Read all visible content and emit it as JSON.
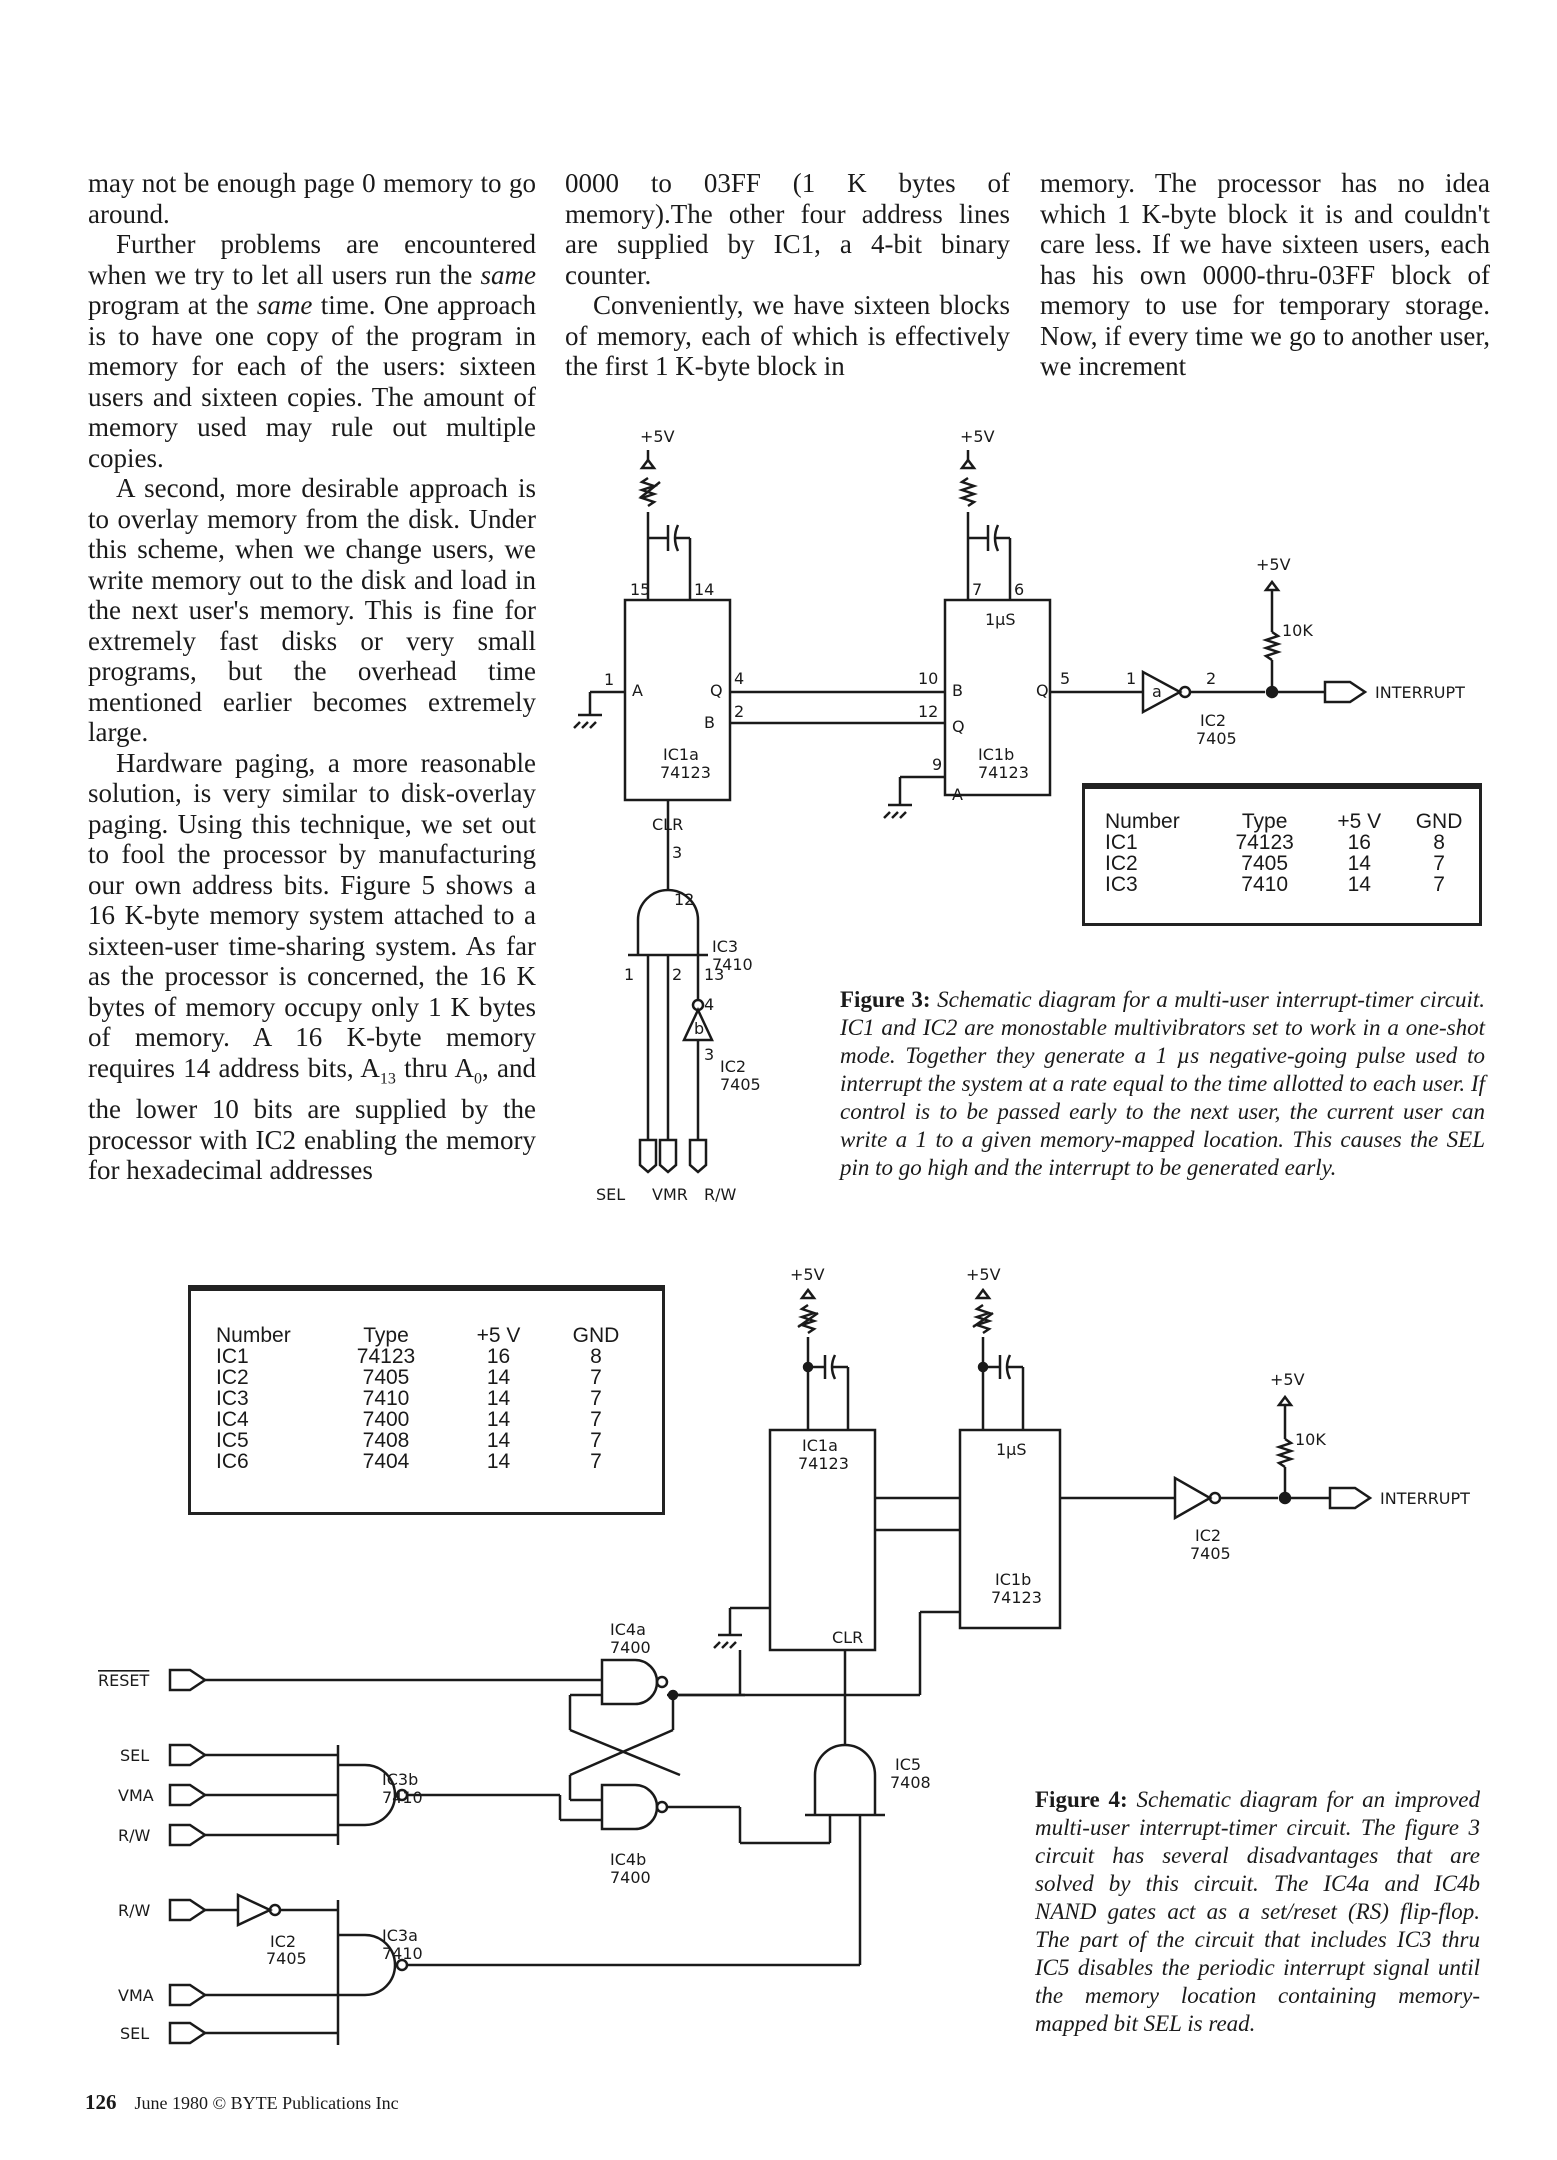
{
  "column1": {
    "p1": "may not be enough page 0 memory to go around.",
    "p2_a": "Further problems are encountered when we try to let all users run the ",
    "p2_same1": "same",
    "p2_b": " program at the ",
    "p2_same2": "same",
    "p2_c": " time. One approach is to have one copy of the program in memory for each of the users: sixteen users and sixteen copies. The amount of memory used may rule out multiple copies.",
    "p3": "A second, more desirable approach is to overlay memory from the disk. Under this scheme, when we change users, we write memory out to the disk and load in the next user's memory. This is fine for extremely fast disks or very small programs, but the overhead time mentioned earlier becomes extremely large.",
    "p4_a": "Hardware paging, a more reasonable solution, is very similar to disk-overlay paging. Using this technique, we set out to fool the processor by manufacturing our own address bits. Figure 5 shows a 16 K-byte memory system attached to a sixteen-user time-sharing system. As far as the processor is concerned, the 16 K bytes of memory occupy only 1 K bytes of memory. A 16 K-byte memory requires 14 address bits, A",
    "p4_sub1": "13",
    "p4_b": " thru A",
    "p4_sub2": "0",
    "p4_c": ", and the lower 10 bits are supplied by the processor with IC2 enabling the memory for hexadecimal addresses"
  },
  "column2": {
    "p1": "0000 to 03FF (1 K bytes of memory).The other four address lines are supplied by IC1, a 4-bit binary counter.",
    "p2": "Conveniently, we have sixteen blocks of memory, each of which is effectively the first 1 K-byte block in"
  },
  "column3": {
    "p1": "memory. The processor has no idea which 1 K-byte block it is and couldn't care less. If we have sixteen users, each has his own 0000-thru-03FF block of memory to use for temporary storage. Now, if every time we go to another user, we increment"
  },
  "figure3": {
    "caption_label": "Figure 3:",
    "caption_text": " Schematic diagram for a multi-user interrupt-timer circuit. IC1 and IC2 are monostable multivibrators set to work in a one-shot mode. Together they generate a 1 µs negative-going pulse used to interrupt the system at a rate equal to the time allotted to each user. If control is to be passed early to the next user, the current user can write a 1 to a given memory-mapped location. This causes the SEL pin to go high and the interrupt to be generated early.",
    "table": {
      "headers": [
        "Number",
        "Type",
        "+5 V",
        "GND"
      ],
      "rows": [
        [
          "IC1",
          "74123",
          "16",
          "8"
        ],
        [
          "IC2",
          "7405",
          "14",
          "7"
        ],
        [
          "IC3",
          "7410",
          "14",
          "7"
        ]
      ]
    },
    "labels": {
      "vcc": "+5V",
      "pin15": "15",
      "pin14": "14",
      "pinA1": "1",
      "a": "A",
      "q": "Q",
      "pin4": "4",
      "bt": "B",
      "pin2": "2",
      "ic1a": "IC1a",
      "ic1a_type": "74123",
      "clr": "CLR",
      "pin3": "3",
      "pin12": "12",
      "ic3": "IC3",
      "ic3_type": "7410",
      "in1": "1",
      "in2": "2",
      "in13": "13",
      "inv_b": "b",
      "inv4": "4",
      "inv3": "3",
      "ic2": "IC2",
      "ic2_type": "7405",
      "sel": "SEL",
      "vmr": "VMR",
      "rw": "R/W",
      "pin7": "7",
      "pin6": "6",
      "onemicro": "1µS",
      "pin10": "10",
      "pin12b": "12",
      "pin9": "9",
      "b_pin": "B",
      "qbar": "Q",
      "a2": "A",
      "ic1b": "IC1b",
      "ic1b_type": "74123",
      "q2": "Q",
      "pin5": "5",
      "gate_a": "a",
      "g1": "1",
      "g2": "2",
      "tenk": "10K",
      "interrupt": "INTERRUPT"
    }
  },
  "figure4": {
    "caption_label": "Figure 4:",
    "caption_text": " Schematic diagram for an improved multi-user interrupt-timer circuit. The figure 3 circuit has several disadvantages that are solved by this circuit. The IC4a and IC4b NAND gates act as a set/reset (RS) flip-flop. The part of the circuit that includes IC3 thru IC5 disables the periodic interrupt signal until the memory location containing memory-mapped bit SEL is read.",
    "table": {
      "headers": [
        "Number",
        "Type",
        "+5 V",
        "GND"
      ],
      "rows": [
        [
          "IC1",
          "74123",
          "16",
          "8"
        ],
        [
          "IC2",
          "7405",
          "14",
          "7"
        ],
        [
          "IC3",
          "7410",
          "14",
          "7"
        ],
        [
          "IC4",
          "7400",
          "14",
          "7"
        ],
        [
          "IC5",
          "7408",
          "14",
          "7"
        ],
        [
          "IC6",
          "7404",
          "14",
          "7"
        ]
      ]
    },
    "labels": {
      "reset": "RESET",
      "sel": "SEL",
      "vma": "VMA",
      "rw": "R/W",
      "rw2": "R/W",
      "vma2": "VMA",
      "sel2": "SEL",
      "ic3b": "IC3b",
      "ic3b_type": "7410",
      "ic3a": "IC3a",
      "ic3a_type": "7410",
      "ic4a": "IC4a",
      "ic4a_type": "7400",
      "ic4b": "IC4b",
      "ic4b_type": "7400",
      "ic5": "IC5",
      "ic5_type": "7408",
      "ic2": "IC2",
      "ic2_type": "7405",
      "ic1a": "IC1a",
      "ic1a_type": "74123",
      "ic1b": "IC1b",
      "ic1b_type": "74123",
      "vcc": "+5V",
      "tenk": "10K",
      "interrupt": "INTERRUPT",
      "onemicro": "1µS",
      "clr": "CLR"
    }
  },
  "footer": {
    "page_number": "126",
    "text": "June 1980 © BYTE Publications Inc"
  }
}
